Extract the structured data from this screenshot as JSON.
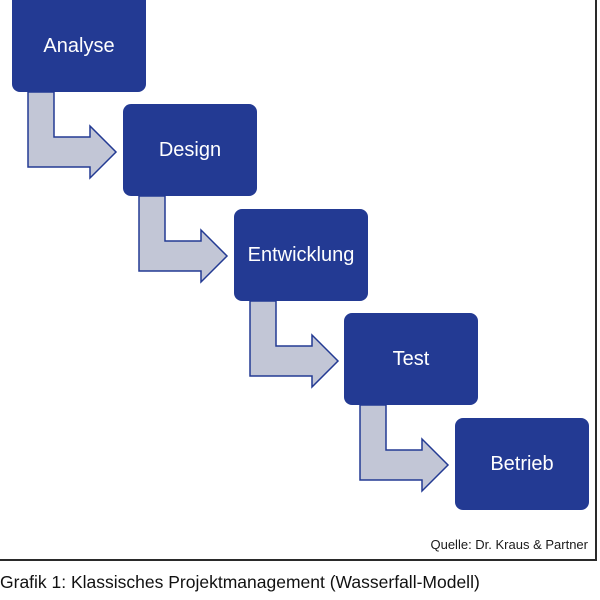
{
  "stages": [
    {
      "label": "Analyse"
    },
    {
      "label": "Design"
    },
    {
      "label": "Entwicklung"
    },
    {
      "label": "Test"
    },
    {
      "label": "Betrieb"
    }
  ],
  "source": "Quelle: Dr. Kraus & Partner",
  "caption": "Grafik 1: Klassisches Projektmanagement (Wasserfall-Modell)",
  "colors": {
    "stage_fill": "#233a93",
    "arrow_fill": "#c2c6d6",
    "arrow_stroke": "#233a93"
  }
}
